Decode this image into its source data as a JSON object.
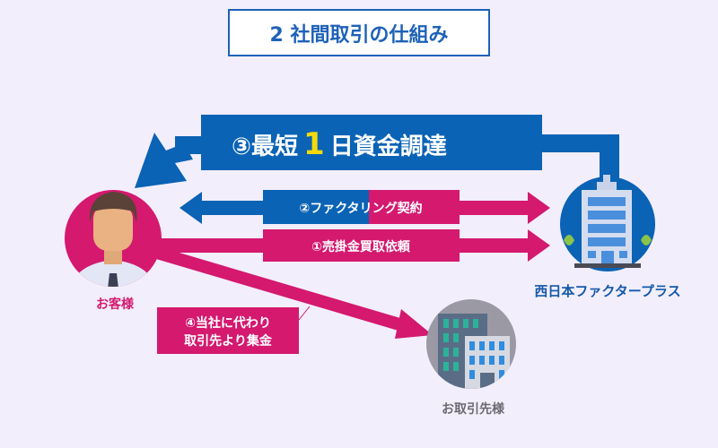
{
  "title": "2 社間取引の仕組み",
  "steps": {
    "step3_prefix": "③最短",
    "step3_number": "1",
    "step3_suffix": "日資金調達",
    "step2": "②ファクタリング契約",
    "step1": "①売掛金買取依頼",
    "step4_line1": "④当社に代わり",
    "step4_line2": "取引先より集金"
  },
  "parties": {
    "customer": "お客様",
    "company": "西日本ファクタープラス",
    "client": "お取引先様"
  },
  "colors": {
    "blue": "#0a63b5",
    "magenta": "#d4196f",
    "yellow": "#f5d90a",
    "background": "#f3eefc"
  }
}
